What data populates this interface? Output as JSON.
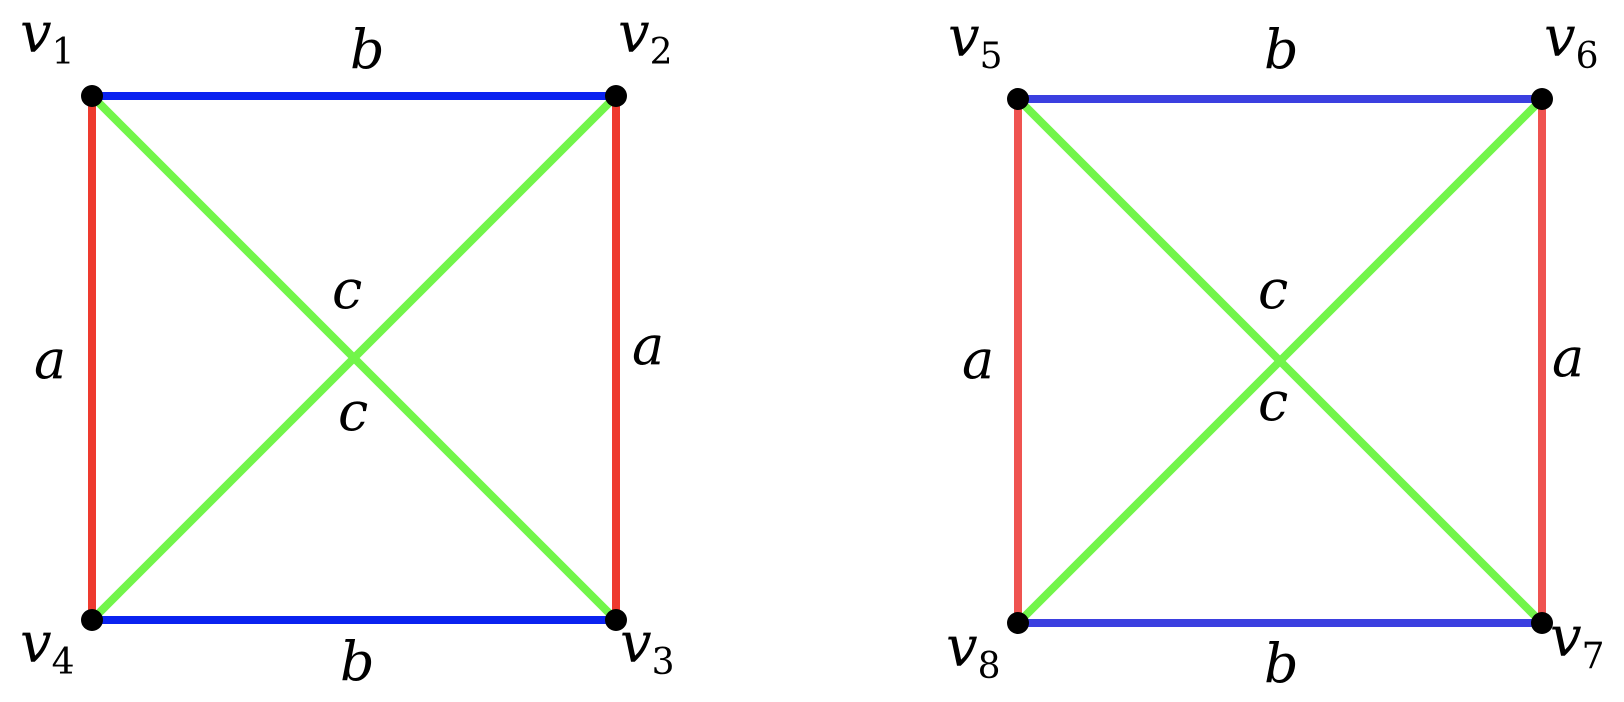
{
  "colors": {
    "a_left": "#ee3a2e",
    "b_left": "#0a22f0",
    "c_left": "#72f54a",
    "a_right": "#ef5350",
    "b_right": "#3b3fe0",
    "c_right": "#72f54a",
    "vertex": "#000000"
  },
  "graphs": [
    {
      "vertices": [
        {
          "id": "v1",
          "base": "v",
          "sub": "1"
        },
        {
          "id": "v2",
          "base": "v",
          "sub": "2"
        },
        {
          "id": "v3",
          "base": "v",
          "sub": "3"
        },
        {
          "id": "v4",
          "base": "v",
          "sub": "4"
        }
      ],
      "edges": [
        {
          "from": "v1",
          "to": "v2",
          "label": "b"
        },
        {
          "from": "v4",
          "to": "v3",
          "label": "b"
        },
        {
          "from": "v1",
          "to": "v4",
          "label": "a"
        },
        {
          "from": "v2",
          "to": "v3",
          "label": "a"
        },
        {
          "from": "v1",
          "to": "v3",
          "label": "c"
        },
        {
          "from": "v2",
          "to": "v4",
          "label": "c"
        }
      ]
    },
    {
      "vertices": [
        {
          "id": "v5",
          "base": "v",
          "sub": "5"
        },
        {
          "id": "v6",
          "base": "v",
          "sub": "6"
        },
        {
          "id": "v7",
          "base": "v",
          "sub": "7"
        },
        {
          "id": "v8",
          "base": "v",
          "sub": "8"
        }
      ],
      "edges": [
        {
          "from": "v5",
          "to": "v6",
          "label": "b"
        },
        {
          "from": "v8",
          "to": "v7",
          "label": "b"
        },
        {
          "from": "v5",
          "to": "v8",
          "label": "a"
        },
        {
          "from": "v6",
          "to": "v7",
          "label": "a"
        },
        {
          "from": "v5",
          "to": "v7",
          "label": "c"
        },
        {
          "from": "v6",
          "to": "v8",
          "label": "c"
        }
      ]
    }
  ]
}
